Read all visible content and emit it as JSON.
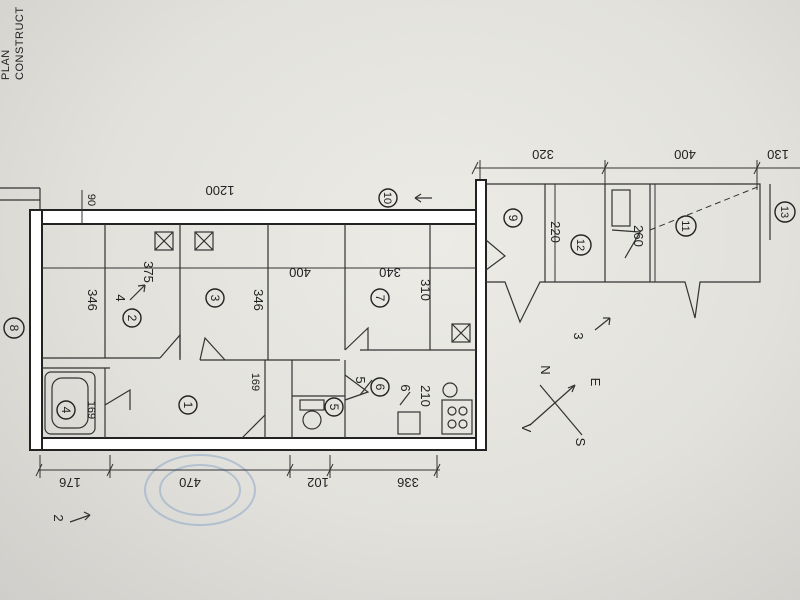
{
  "header": {
    "line1": "PLAN",
    "line2": "CONSTRUCT"
  },
  "dimensions": {
    "top_320": "320",
    "top_400": "400",
    "top_130": "130",
    "width_1200": "1200",
    "d_90": "90",
    "d_346_a": "346",
    "d_346_b": "346",
    "d_375": "375",
    "d_400": "400",
    "d_340": "340",
    "d_310": "310",
    "d_210": "210",
    "d_220": "220",
    "d_260": "260",
    "d_169_a": "169",
    "d_169_b": "169",
    "bottom_176": "176",
    "bottom_470": "470",
    "bottom_102": "102",
    "bottom_336": "336"
  },
  "rooms": {
    "r1": "1",
    "r2": "2",
    "r3": "3",
    "r4": "4",
    "r5": "5",
    "r6": "6",
    "r7": "7",
    "r8": "8",
    "r9": "9",
    "r10": "10",
    "r11": "11",
    "r12": "12",
    "r13": "13"
  },
  "annotations": {
    "arrow_4": "4",
    "arrow_5": "5",
    "arrow_6": "6",
    "arrow_3": "3",
    "arrow_2": "2"
  },
  "compass": {
    "n": "N",
    "e": "E",
    "s": "S",
    "v": "V"
  }
}
